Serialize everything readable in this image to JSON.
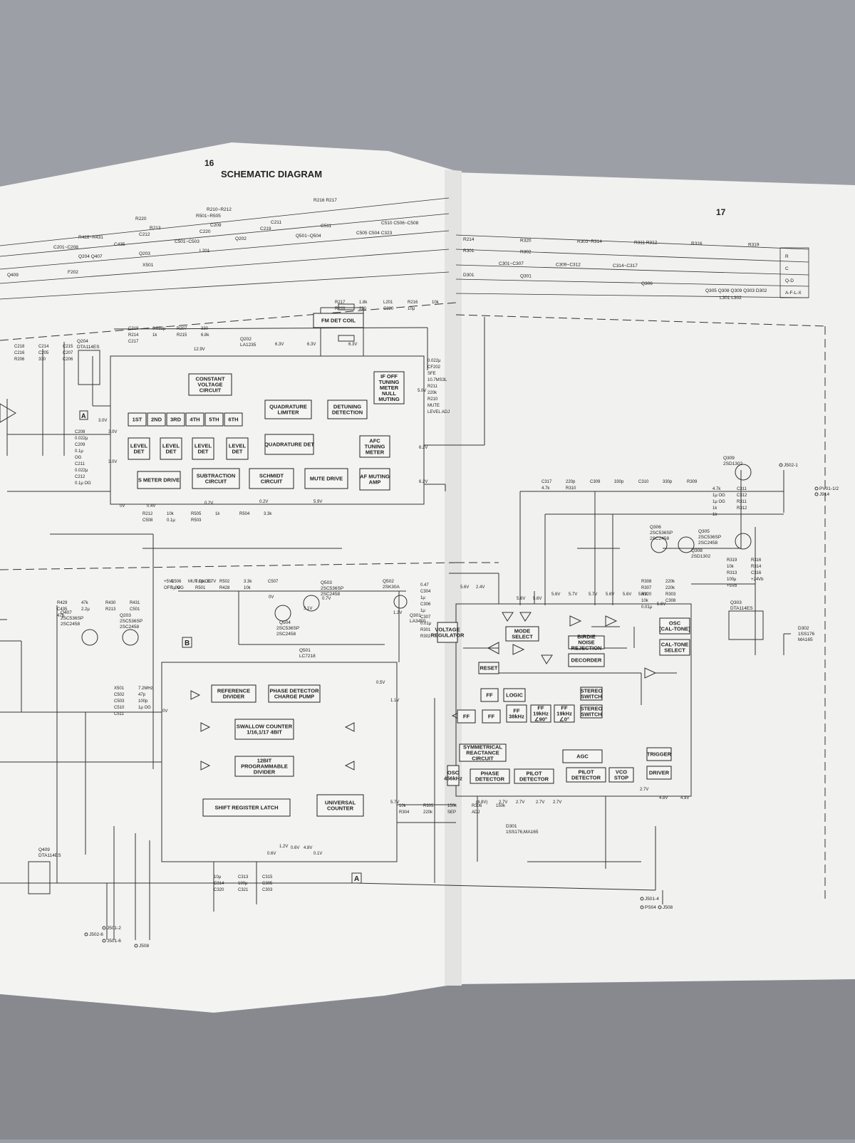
{
  "pages": {
    "left_number": "16",
    "right_number": "17",
    "title": "SCHEMATIC DIAGRAM"
  },
  "parts_header": {
    "left_rows": [
      [
        "R216 R217"
      ],
      [
        "R210~R212"
      ],
      [
        "R220",
        "R501~R505"
      ],
      [
        "R213",
        "C209",
        "C211"
      ],
      [
        "R428~R431",
        "C212",
        "C220",
        "C219",
        "C511",
        "C510 C506~C508"
      ],
      [
        "C201~C208",
        "C435",
        "C501~C503",
        "Q202",
        "Q501~Q504",
        "C505 C504 C323"
      ],
      [
        "Q204 Q407",
        "Q203",
        "L201"
      ],
      [
        "X501"
      ],
      [
        "Q409",
        "F202"
      ]
    ],
    "right_rows": [
      [
        "R214",
        "R320",
        "R303~R314",
        "R311 R312",
        "R316",
        "R319"
      ],
      [
        "R301",
        "R302"
      ],
      [
        "C301~C307",
        "C309~C312",
        "C314~C317"
      ],
      [
        "D301",
        "Q301"
      ],
      [
        "Q306"
      ],
      [
        "Q305 Q308 Q309 Q303 D302"
      ],
      [
        "L301 L302"
      ]
    ],
    "legend": [
      "R",
      "C",
      "Q-D",
      "A-F-L-X"
    ]
  },
  "left_blocks": [
    "FM DET COIL",
    "CONSTANT VOLTAGE CIRCUIT",
    "1ST",
    "2ND",
    "3RD",
    "4TH",
    "5TH",
    "6TH",
    "QUADRATURE LIMITER",
    "DETUNING DETECTION",
    "IF OFF TUNING METER NULL MUTING",
    "LEVEL DET",
    "LEVEL DET",
    "LEVEL DET",
    "LEVEL DET",
    "QUADRATURE DET",
    "AFC TUNING METER",
    "S METER DRIVE",
    "SUBTRACTION CIRCUIT",
    "SCHMIDT CIRCUIT",
    "MUTE DRIVE",
    "AF MUTING AMP",
    "REFERENCE DIVIDER",
    "PHASE DETECTOR CHARGE PUMP",
    "SWALLOW COUNTER 1/16,1/17 4BIT",
    "12BIT PROGRAMMABLE DIVIDER",
    "SHIFT REGISTER LATCH",
    "UNIVERSAL COUNTER"
  ],
  "right_blocks": [
    "MODE SELECT",
    "BIRDIE NOISE REJECTION",
    "DECORDER",
    "OSC (CAL-TONE)",
    "CAL-TONE SELECT",
    "RESET",
    "FF",
    "LOGIC",
    "STEREO SWITCH",
    "STEREO SWITCH",
    "FF",
    "FF",
    "FF 38kHz",
    "FF 19kHz ∠90°",
    "FF 19kHz ∠0°",
    "SYMMETRICAL REACTANCE CIRCUIT",
    "AGC",
    "TRIGGER",
    "PHASE DETECTOR",
    "PILOT DETECTOR",
    "PILOT DETECTOR",
    "VCO STOP",
    "DRIVER",
    "VOLTAGE REGULATOR",
    "OSC 456kHz"
  ],
  "ic_labels": [
    "Q202",
    "LA1235",
    "Q501",
    "LC7218",
    "Q503",
    "2SC536SP",
    "2SC2458",
    "Q502",
    "2SK30A",
    "Q504",
    "2SC536SP",
    "2SC2458",
    "Q301",
    "LA3450",
    "Q407",
    "2SC536SP",
    "2SC2458",
    "Q203",
    "2SC536SP",
    "2SC2458",
    "Q204",
    "DTA114ES",
    "Q409",
    "DTA114ES",
    "Q303",
    "DTA114ES",
    "Q305",
    "2SC536SP",
    "2SC2458",
    "Q306",
    "2SC536SP",
    "2SC2458",
    "Q309",
    "2SD1302",
    "Q308",
    "2SD1302",
    "D301",
    "1SS176,MA165",
    "D302",
    "1SS176",
    "MA165"
  ],
  "component_labels": [
    "R217",
    "1.8k",
    "L201",
    "R216",
    "10k",
    "R220",
    "220",
    "C220",
    "10μ",
    "C219",
    "0.022μ",
    "R207",
    "330",
    "R214",
    "1k",
    "R215",
    "6.8k",
    "C217",
    "C218",
    "C214",
    "C215",
    "C216",
    "C205",
    "C207",
    "R206",
    "330",
    "C206",
    "0.022μ",
    "CF202",
    "SFE",
    "10.7MS3L",
    "R211",
    "220k",
    "R210",
    "MUTE",
    "LEVEL ADJ",
    "C208",
    "0.022μ",
    "C209",
    "0.1μ",
    "OG",
    "C211",
    "0.022μ",
    "C212",
    "0.1μ OG",
    "R212",
    "10k",
    "R505",
    "1k",
    "R504",
    "3.3k",
    "C508",
    "0.1μ",
    "R503",
    "C506",
    "0.1μ OG",
    "R502",
    "3.3k",
    "C507",
    "1μ OG",
    "R501",
    "R428",
    "10k",
    "R429",
    "47k",
    "R430",
    "R431",
    "C435",
    "2.2μ",
    "R213",
    "C501",
    "47p",
    "X501",
    "7.2MHz",
    "C502",
    "47p",
    "C503",
    "100p",
    "C510",
    "1μ OG",
    "C511",
    "10μ",
    "C313",
    "C315",
    "C314",
    "100μ",
    "C305",
    "C320",
    "C321",
    "C303",
    "0.47",
    "C304",
    "1μ",
    "C306",
    "1μ",
    "C307",
    "0.01μ",
    "R301",
    "R302",
    "10k",
    "R305",
    "150k",
    "R306",
    "150k",
    "R304",
    "220k",
    "SEP",
    "ADJ",
    "C317",
    "220p",
    "C309",
    "330p",
    "C310",
    "330p",
    "R309",
    "4.7k",
    "R310",
    "4.7k",
    "C311",
    "1μ OG",
    "C312",
    "1μ OG",
    "R311",
    "1k",
    "R312",
    "1k",
    "R308",
    "220k",
    "R307",
    "220k",
    "R320",
    "R303",
    "10k",
    "C308",
    "0.01μ",
    "R319",
    "R316",
    "10k",
    "R314",
    "R313",
    "C316",
    "100μ",
    "+24Vb",
    "+5Vb",
    "+5Va",
    "MUT ON: 0.7V",
    "OFF: 0V"
  ],
  "connectors": [
    "J502-1",
    "PV01-1/2",
    "J914",
    "J501-4",
    "PS04",
    "J508",
    "J502-6",
    "J501-2",
    "J501-6",
    "J508"
  ],
  "markers": [
    "A",
    "A",
    "B"
  ],
  "pin_voltages": [
    "12.9V",
    "6.3V",
    "6.3V",
    "6.3V",
    "3.0V",
    "3.0V",
    "3.0V",
    "0.4V",
    "0.2V",
    "0.2V",
    "5.9V",
    "0V",
    "5.0V",
    "6.2V",
    "6.2V",
    "0V",
    "0.5V",
    "1.1V",
    "5.7V",
    "5.6V",
    "5.6V",
    "5.6V",
    "5.6V",
    "5.7V",
    "5.7V",
    "5.6V",
    "5.6V",
    "5.6V",
    "5.6V",
    "2.4V",
    "(4.8V)",
    "2.7V",
    "2.7V",
    "2.7V",
    "2.7V",
    "2.7V",
    "4.8V",
    "4.9V",
    "0V",
    "3.1V",
    "0.7V",
    "1.2V",
    "1.2V",
    "0.6V",
    "4.8V",
    "0.6V",
    "0.1V",
    "0V"
  ]
}
